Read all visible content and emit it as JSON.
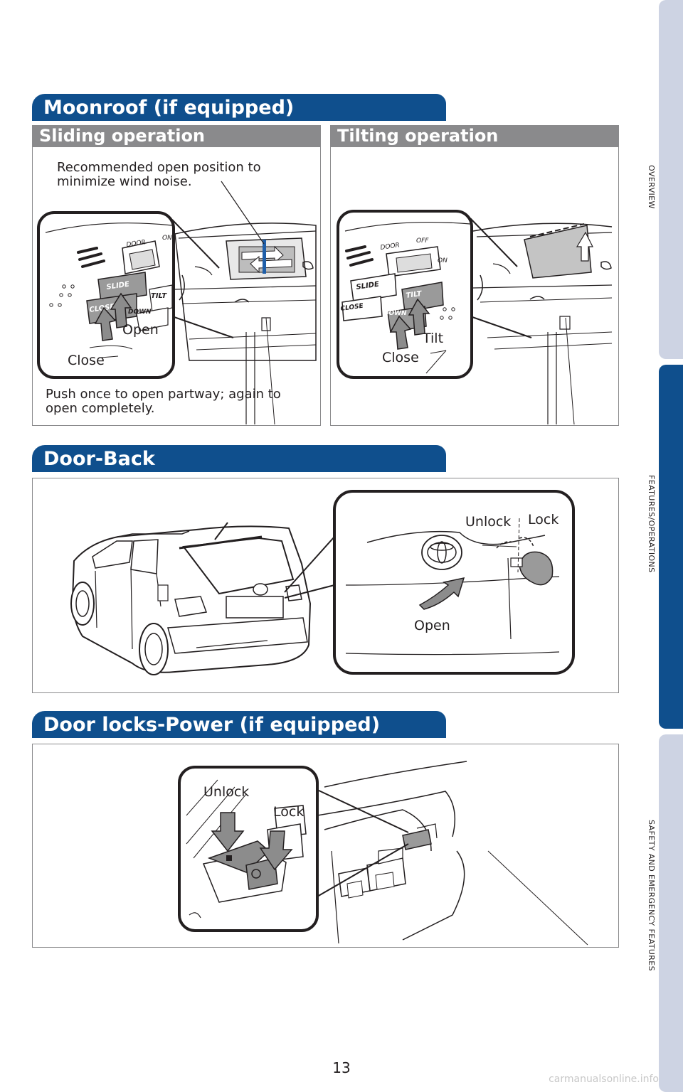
{
  "side_tabs": [
    {
      "label": "OVERVIEW",
      "active": false
    },
    {
      "label": "FEATURES/OPERATIONS",
      "active": true
    },
    {
      "label": "SAFETY AND EMERGENCY FEATURES",
      "active": false
    }
  ],
  "colors": {
    "banner": "#0f4f8d",
    "subhead": "#8a8a8c",
    "tab_inactive": "#cdd3e3",
    "tab_active": "#0f4f8d"
  },
  "moonroof": {
    "title": "Moonroof (if equipped)",
    "sliding": {
      "heading": "Sliding operation",
      "callout": "Recommended open position to minimize wind noise.",
      "callout_line1": "Recommended open position to",
      "callout_line2": "minimize wind noise.",
      "open_label": "Open",
      "close_label": "Close",
      "note_line1": "Push once to open partway; again to",
      "note_line2": "open completely."
    },
    "tilting": {
      "heading": "Tilting operation",
      "tilt_label": "Tilt",
      "close_label": "Close"
    }
  },
  "door_back": {
    "title": "Door-Back",
    "unlock_label": "Unlock",
    "lock_label": "Lock",
    "open_label": "Open"
  },
  "door_locks": {
    "title": "Door locks-Power (if equipped)",
    "unlock_label": "Unlock",
    "lock_label": "Lock"
  },
  "page_number": "13",
  "watermark": "carmanualsonline.info"
}
